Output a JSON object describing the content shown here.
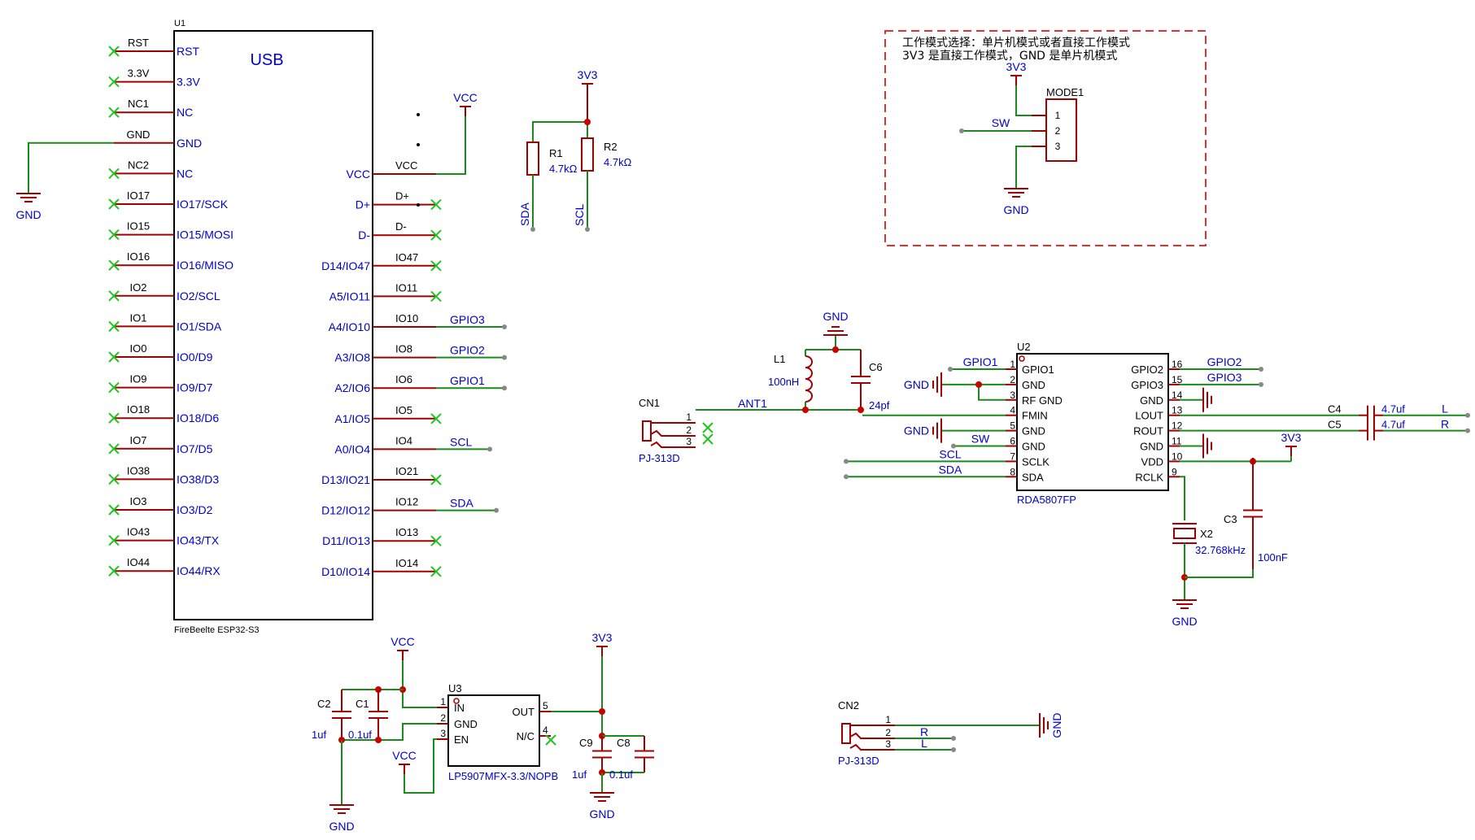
{
  "u1": {
    "ref": "U1",
    "title": "USB",
    "footer": "FireBeelte ESP32-S3",
    "left_pins": [
      {
        "name": "RST",
        "net": "RST"
      },
      {
        "name": "3.3V",
        "net": "3.3V"
      },
      {
        "name": "NC",
        "net": "NC1"
      },
      {
        "name": "GND",
        "net": "GND"
      },
      {
        "name": "NC",
        "net": "NC2"
      },
      {
        "name": "IO17/SCK",
        "net": "IO17"
      },
      {
        "name": "IO15/MOSI",
        "net": "IO15"
      },
      {
        "name": "IO16/MISO",
        "net": "IO16"
      },
      {
        "name": "IO2/SCL",
        "net": "IO2"
      },
      {
        "name": "IO1/SDA",
        "net": "IO1"
      },
      {
        "name": "IO0/D9",
        "net": "IO0"
      },
      {
        "name": "IO9/D7",
        "net": "IO9"
      },
      {
        "name": "IO18/D6",
        "net": "IO18"
      },
      {
        "name": "IO7/D5",
        "net": "IO7"
      },
      {
        "name": "IO38/D3",
        "net": "IO38"
      },
      {
        "name": "IO3/D2",
        "net": "IO3"
      },
      {
        "name": "IO43/TX",
        "net": "IO43"
      },
      {
        "name": "IO44/RX",
        "net": "IO44"
      }
    ],
    "right_pins": [
      {
        "name": "VCC",
        "net": "VCC",
        "ext": ""
      },
      {
        "name": "D+",
        "net": "D+",
        "ext": ""
      },
      {
        "name": "D-",
        "net": "D-",
        "ext": ""
      },
      {
        "name": "D14/IO47",
        "net": "IO47",
        "ext": ""
      },
      {
        "name": "A5/IO11",
        "net": "IO11",
        "ext": ""
      },
      {
        "name": "A4/IO10",
        "net": "IO10",
        "ext": "GPIO3"
      },
      {
        "name": "A3/IO8",
        "net": "IO8",
        "ext": "GPIO2"
      },
      {
        "name": "A2/IO6",
        "net": "IO6",
        "ext": "GPIO1"
      },
      {
        "name": "A1/IO5",
        "net": "IO5",
        "ext": ""
      },
      {
        "name": "A0/IO4",
        "net": "IO4",
        "ext": "SCL"
      },
      {
        "name": "D13/IO21",
        "net": "IO21",
        "ext": ""
      },
      {
        "name": "D12/IO12",
        "net": "IO12",
        "ext": "SDA"
      },
      {
        "name": "D11/IO13",
        "net": "IO13",
        "ext": ""
      },
      {
        "name": "D10/IO14",
        "net": "IO14",
        "ext": ""
      }
    ],
    "gnd_label": "GND",
    "vcc_label": "VCC"
  },
  "pullups": {
    "supply": "3V3",
    "r1": {
      "ref": "R1",
      "value": "4.7kΩ",
      "net": "SDA"
    },
    "r2": {
      "ref": "R2",
      "value": "4.7kΩ",
      "net": "SCL"
    }
  },
  "mode": {
    "note_line1": "工作模式选择：单片机模式或者直接工作模式",
    "note_line2": "3V3 是直接工作模式，GND 是单片机模式",
    "ref": "MODE1",
    "supply": "3V3",
    "sw_net": "SW",
    "gnd": "GND",
    "pins": [
      "1",
      "2",
      "3"
    ]
  },
  "u2": {
    "ref": "U2",
    "part": "RDA5807FP",
    "left_pins": [
      {
        "num": "1",
        "name": "GPIO1"
      },
      {
        "num": "2",
        "name": "GND"
      },
      {
        "num": "3",
        "name": "RF GND"
      },
      {
        "num": "4",
        "name": "FMIN"
      },
      {
        "num": "5",
        "name": "GND"
      },
      {
        "num": "6",
        "name": "GND"
      },
      {
        "num": "7",
        "name": "SCLK"
      },
      {
        "num": "8",
        "name": "SDA"
      }
    ],
    "right_pins": [
      {
        "num": "16",
        "name": "GPIO2"
      },
      {
        "num": "15",
        "name": "GPIO3"
      },
      {
        "num": "14",
        "name": "GND"
      },
      {
        "num": "13",
        "name": "LOUT"
      },
      {
        "num": "12",
        "name": "ROUT"
      },
      {
        "num": "11",
        "name": "GND"
      },
      {
        "num": "10",
        "name": "VDD"
      },
      {
        "num": "9",
        "name": "RCLK"
      }
    ],
    "nets": {
      "gpio1": "GPIO1",
      "gpio2": "GPIO2",
      "gpio3": "GPIO3",
      "sw": "SW",
      "scl": "SCL",
      "sda": "SDA",
      "gnd": "GND",
      "vdd": "3V3"
    }
  },
  "antenna": {
    "cn1": {
      "ref": "CN1",
      "part": "PJ-313D",
      "pins": [
        "1",
        "2",
        "3"
      ]
    },
    "net": "ANT1",
    "gnd": "GND",
    "l1": {
      "ref": "L1",
      "value": "100nH"
    },
    "c6": {
      "ref": "C6",
      "value": "24pf"
    }
  },
  "audio_caps": {
    "c4": {
      "ref": "C4",
      "value": "4.7uf",
      "net": "L"
    },
    "c5": {
      "ref": "C5",
      "value": "4.7uf",
      "net": "R"
    }
  },
  "clock": {
    "x2": {
      "ref": "X2",
      "value": "32.768kHz"
    },
    "c3": {
      "ref": "C3",
      "value": "100nF"
    },
    "gnd": "GND"
  },
  "regulator": {
    "ref": "U3",
    "part": "LP5907MFX-3.3/NOPB",
    "pins": [
      {
        "num": "1",
        "name": "IN"
      },
      {
        "num": "2",
        "name": "GND"
      },
      {
        "num": "3",
        "name": "EN"
      },
      {
        "num": "5",
        "name": "OUT"
      },
      {
        "num": "4",
        "name": "N/C"
      }
    ],
    "vin": "VCC",
    "en_supply": "VCC",
    "vout": "3V3",
    "gnd_in": "GND",
    "gnd_out": "GND",
    "c2": {
      "ref": "C2",
      "value": "1uf"
    },
    "c1": {
      "ref": "C1",
      "value": "0.1uf"
    },
    "c9": {
      "ref": "C9",
      "value": "1uf"
    },
    "c8": {
      "ref": "C8",
      "value": "0.1uf"
    }
  },
  "cn2": {
    "ref": "CN2",
    "part": "PJ-313D",
    "pins": [
      "1",
      "2",
      "3"
    ],
    "nets": [
      "R",
      "L"
    ],
    "gnd": "GND"
  }
}
